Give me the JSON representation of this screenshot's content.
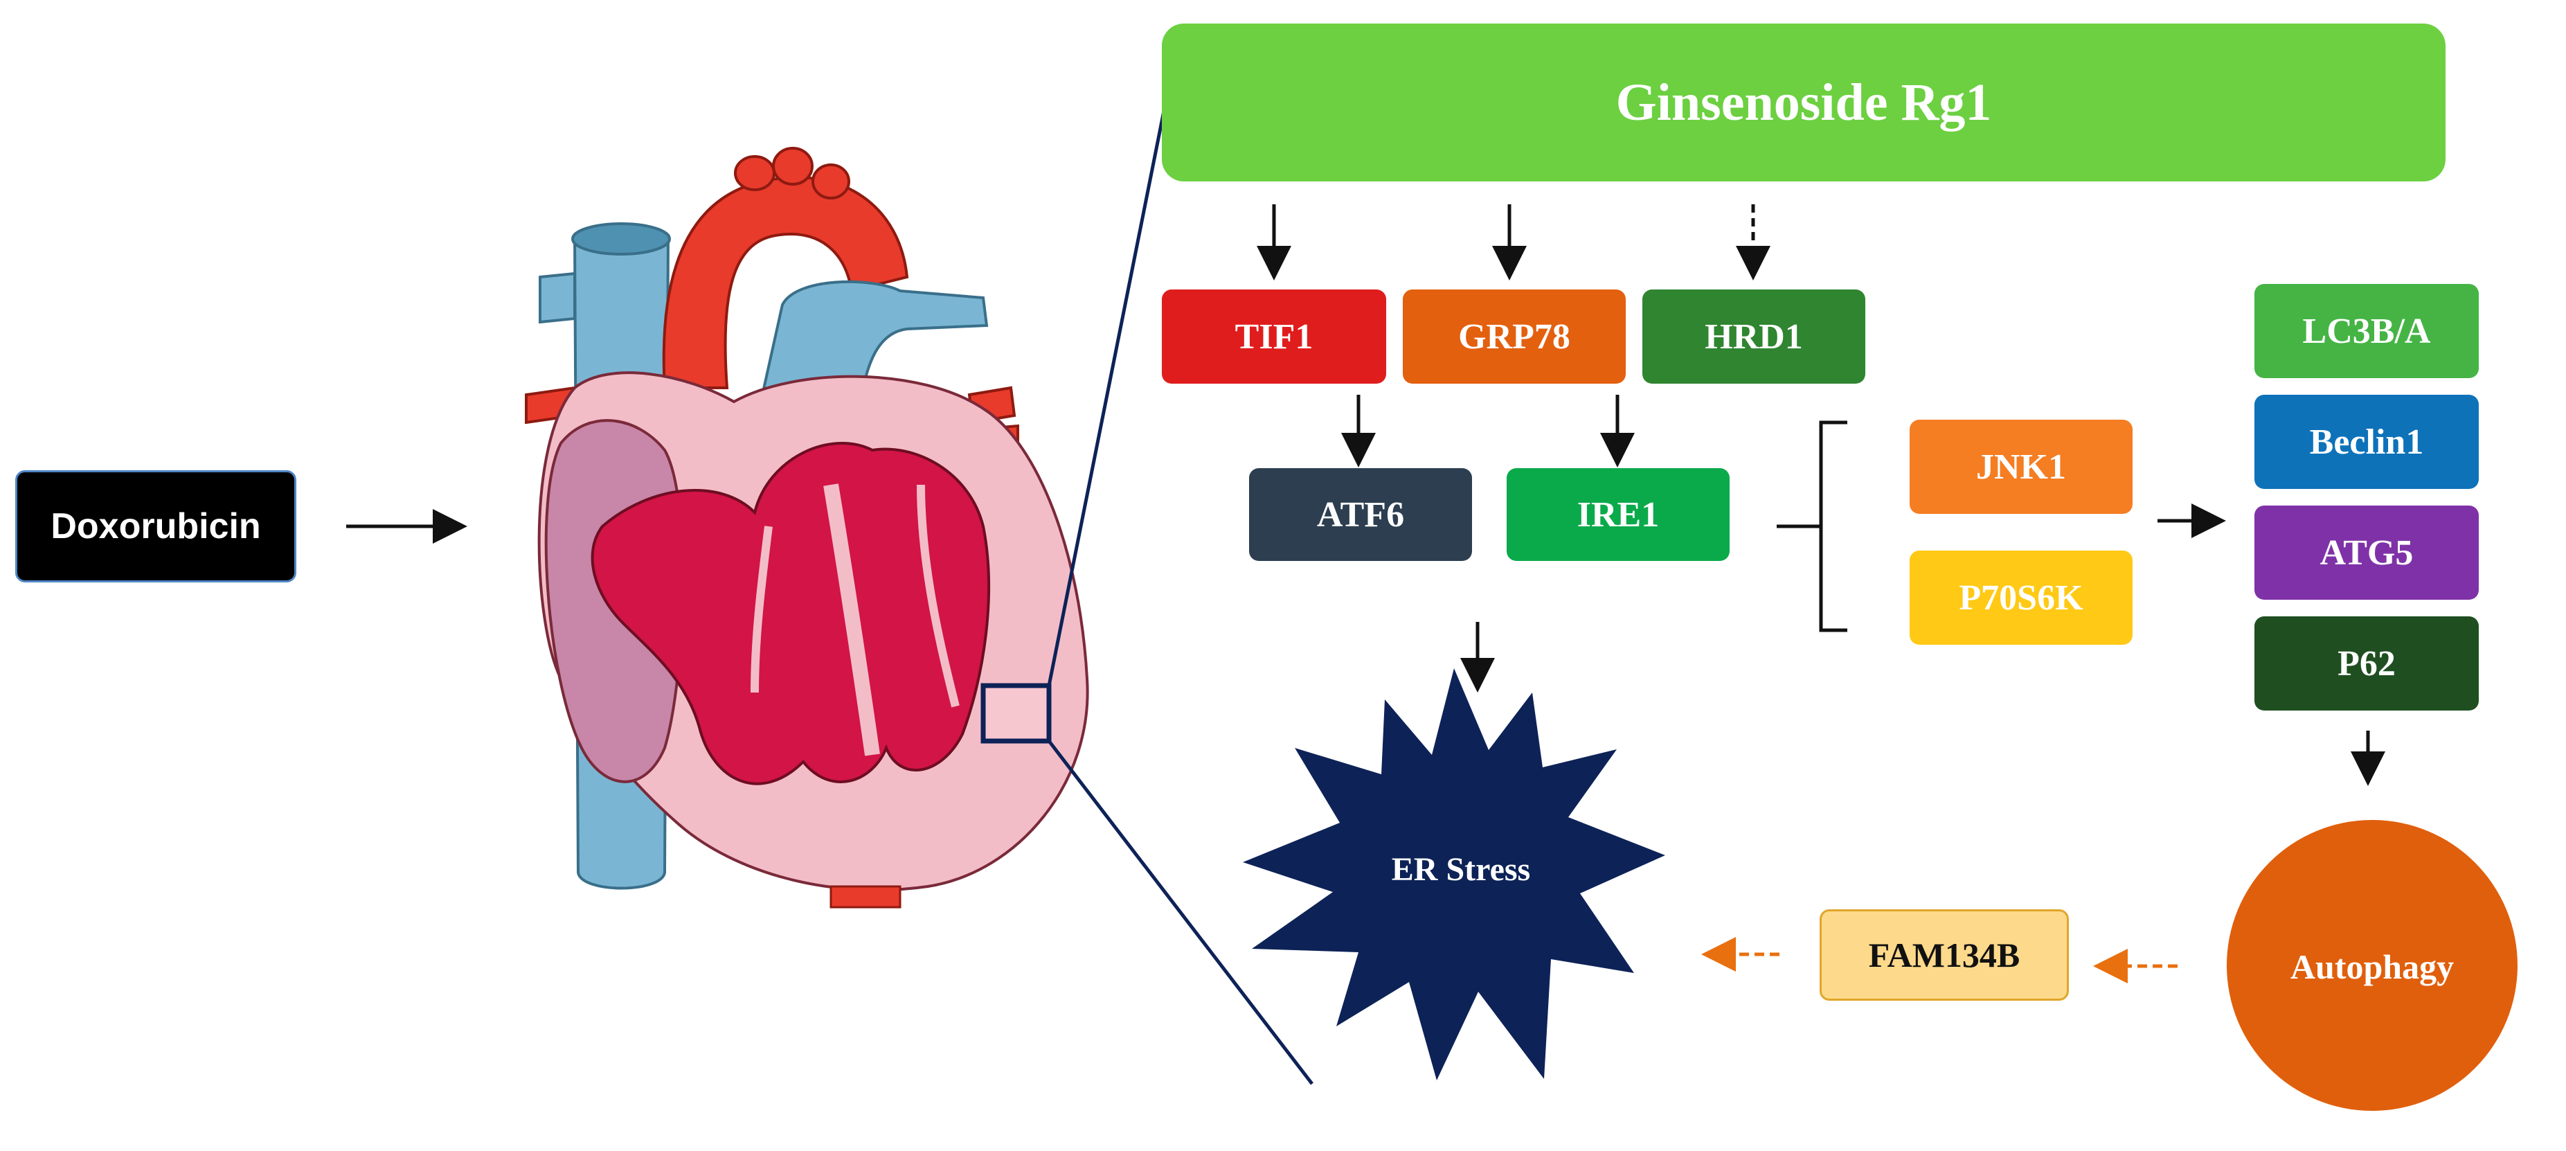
{
  "drug": {
    "label": "Doxorubicin"
  },
  "treatment": {
    "label": "Ginsenoside Rg1"
  },
  "targets": {
    "tif1": "TIF1",
    "grp78": "GRP78",
    "hrd1": "HRD1",
    "atf6": "ATF6",
    "ire1": "IRE1",
    "jnk1": "JNK1",
    "p70s6k": "P70S6K"
  },
  "autophagy_markers": {
    "lc3b": "LC3B/A",
    "beclin1": "Beclin1",
    "atg5": "ATG5",
    "p62": "P62"
  },
  "er_stress": {
    "label": "ER Stress"
  },
  "fam134b": {
    "label": "FAM134B"
  },
  "autophagy": {
    "label": "Autophagy"
  },
  "colors": {
    "ginsenoside": "#6cd041",
    "tif1": "#e01d1d",
    "grp78": "#e3600f",
    "hrd1": "#2f8530",
    "atf6": "#2d3e50",
    "ire1": "#0aaa4b",
    "jnk1": "#f57d22",
    "p70s6k": "#ffc915",
    "lc3b": "#45b445",
    "beclin1": "#0e72b9",
    "atg5": "#7f32a8",
    "p62": "#1f4f20",
    "er_stress": "#0d2257",
    "autophagy": "#e05f0c",
    "fam134b": "#fdd98b",
    "dashed_orange": "#e8700f"
  }
}
